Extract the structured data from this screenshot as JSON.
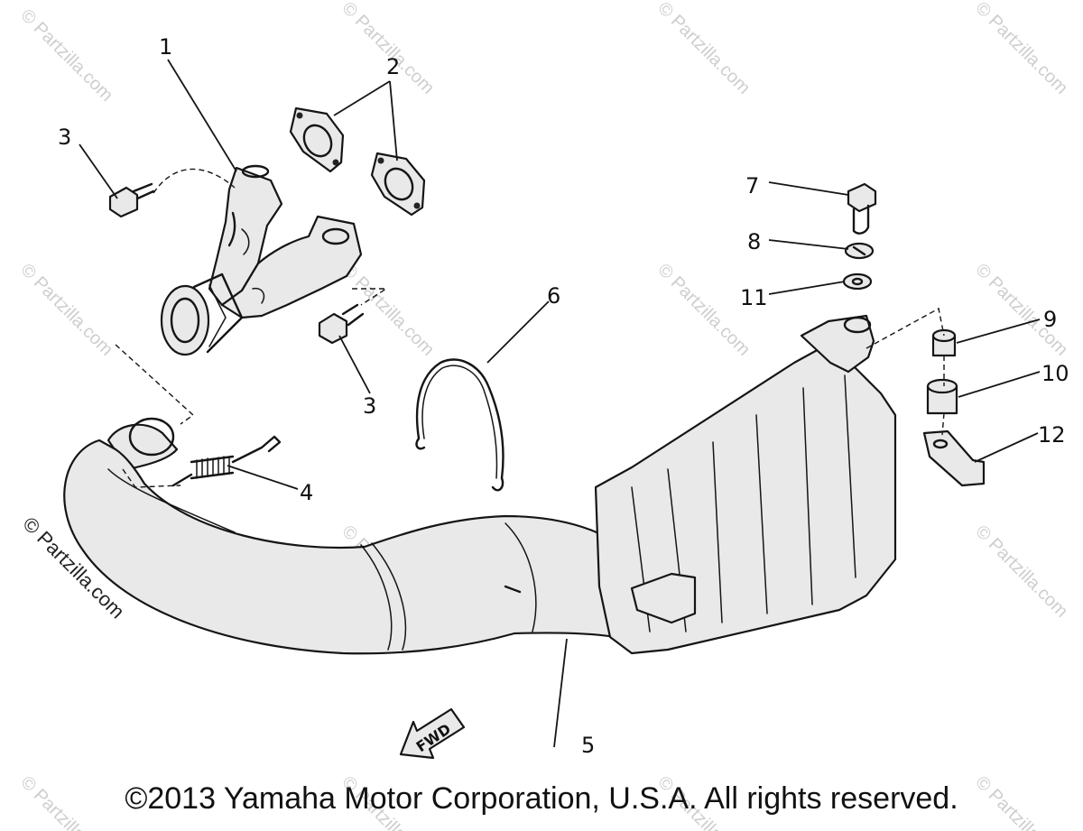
{
  "diagram": {
    "callouts": [
      "1",
      "2",
      "3",
      "3",
      "4",
      "5",
      "6",
      "7",
      "8",
      "11",
      "9",
      "10",
      "12"
    ],
    "watermark_text": "© Partzilla.com",
    "side_watermark_text": "© Partzilla.com",
    "fwd_label": "FWD",
    "copyright": "©2013 Yamaha Motor Corporation, U.S.A. All rights reserved."
  }
}
